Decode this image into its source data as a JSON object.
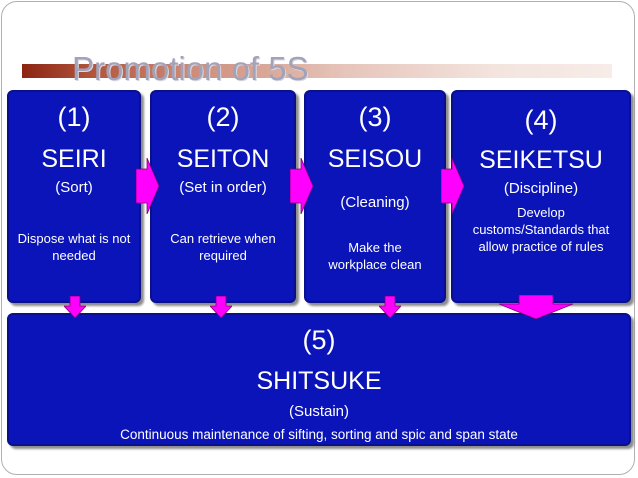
{
  "slide": {
    "title": "Promotion of 5S"
  },
  "steps": [
    {
      "number": "(1)",
      "name": "SEIRI",
      "meaning": "(Sort)",
      "description": "Dispose what is not needed"
    },
    {
      "number": "(2)",
      "name": "SEITON",
      "meaning": "(Set in order)",
      "description": "Can retrieve when required"
    },
    {
      "number": "(3)",
      "name": "SEISOU",
      "meaning": "(Cleaning)",
      "description": "Make the workplace clean"
    },
    {
      "number": "(4)",
      "name": "SEIKETSU",
      "meaning": "(Discipline)",
      "description": "Develop customs/Standards that allow practice of rules"
    }
  ],
  "final": {
    "number": "(5)",
    "name": "SHITSUKE",
    "meaning": "(Sustain)",
    "description": "Continuous maintenance of sifting, sorting and spic and span state"
  },
  "colors": {
    "box_fill": "#0a14b8",
    "arrow_fill": "#ff00ff",
    "title_bar_start": "#8a2512",
    "title_text": "#a2a2b8"
  }
}
